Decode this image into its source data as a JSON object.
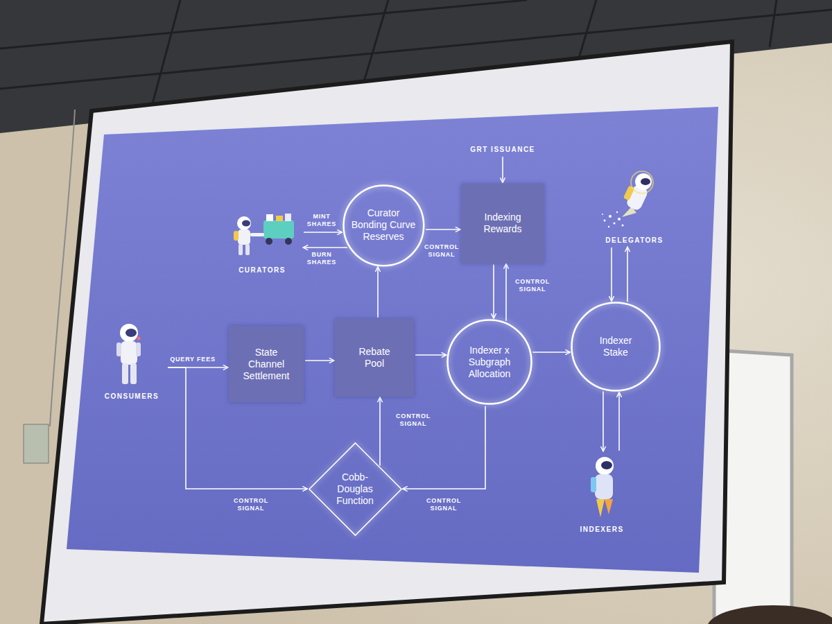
{
  "diagram": {
    "nodes": [
      {
        "text": [
          "GRT ISSUANCE"
        ]
      },
      {
        "text": [
          "CURATORS"
        ]
      },
      {
        "text": [
          "Curator Bonding Curve Reserves"
        ]
      },
      {
        "text": [
          "Indexing Rewards"
        ]
      },
      {
        "text": [
          "DELEGATORS"
        ]
      },
      {
        "text": [
          "CONSUMERS"
        ]
      },
      {
        "text": [
          "State Channel Settlement"
        ]
      },
      {
        "text": [
          "Rebate Pool"
        ]
      },
      {
        "text": [
          "Indexer x Subgraph Allocation"
        ]
      },
      {
        "text": [
          "Indexer Stake"
        ]
      },
      {
        "text": [
          "Cobb-Douglas Function"
        ]
      },
      {
        "text": [
          "INDEXERS"
        ]
      }
    ],
    "edges": [
      {
        "from": 1,
        "to": 2,
        "label": "MINT SHARES",
        "arrow": "to"
      },
      {
        "from": 2,
        "to": 1,
        "label": "BURN SHARES",
        "arrow": "to"
      },
      {
        "from": 2,
        "to": 3,
        "label": "CONTROL SIGNAL",
        "arrow": "to"
      },
      {
        "from": 0,
        "to": 3,
        "arrow": "to"
      },
      {
        "from": 3,
        "to": 8,
        "arrow": "to"
      },
      {
        "from": 8,
        "to": 3,
        "label": "CONTROL SIGNAL",
        "arrow": "to"
      },
      {
        "from": 4,
        "to": 9,
        "arrow": "to"
      },
      {
        "from": 9,
        "to": 4,
        "arrow": "to"
      },
      {
        "from": 5,
        "to": 6,
        "label": "QUERY FEES",
        "arrow": "to"
      },
      {
        "from": 6,
        "to": 7,
        "arrow": "to"
      },
      {
        "from": 7,
        "to": 2,
        "arrow": "to"
      },
      {
        "from": 7,
        "to": 8,
        "arrow": "to"
      },
      {
        "from": 8,
        "to": 9,
        "arrow": "to"
      },
      {
        "from": 9,
        "to": 11,
        "arrow": "to"
      },
      {
        "from": 11,
        "to": 9,
        "arrow": "to"
      },
      {
        "from": 10,
        "to": 7,
        "label": "CONTROL SIGNAL",
        "arrow": "to"
      },
      {
        "from": 5,
        "to": 10,
        "label": "CONTROL SIGNAL",
        "arrow": "to"
      },
      {
        "from": 8,
        "to": 10,
        "label": "CONTROL SIGNAL",
        "arrow": "to"
      }
    ]
  }
}
